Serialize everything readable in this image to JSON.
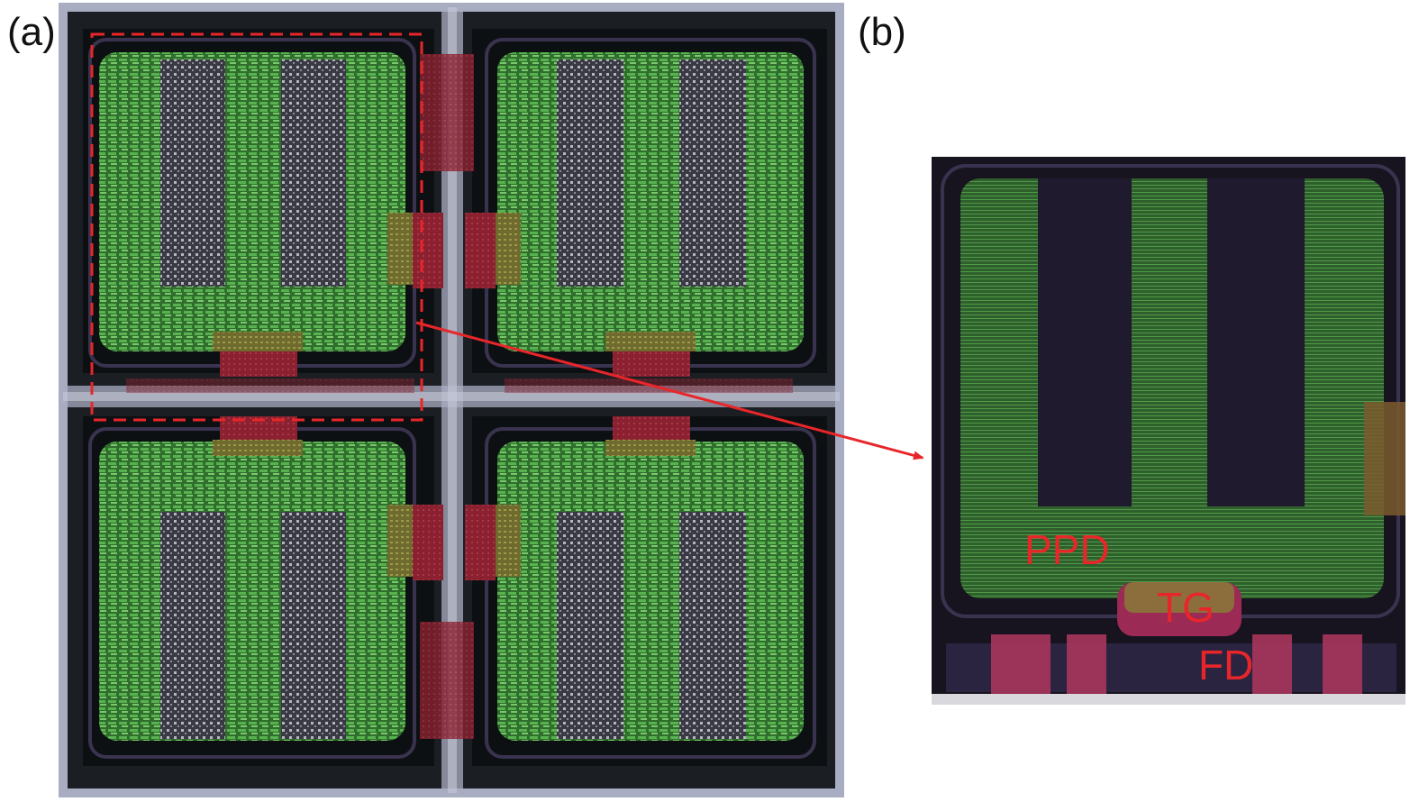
{
  "panels": {
    "a": {
      "label": "(a)"
    },
    "b": {
      "label": "(b)"
    }
  },
  "regions": {
    "ppd": "PPD",
    "tg": "TG",
    "fd": "FD"
  },
  "colors": {
    "background": "#ffffff",
    "layout_bg": "#1b1e22",
    "grid_line": "#a9adc2",
    "photodiode": "#3f8f3a",
    "gate": "#9a2233",
    "annotation": "#e8262a",
    "frame_dark": "#0d1012",
    "metal_purple": "#3a3350"
  }
}
